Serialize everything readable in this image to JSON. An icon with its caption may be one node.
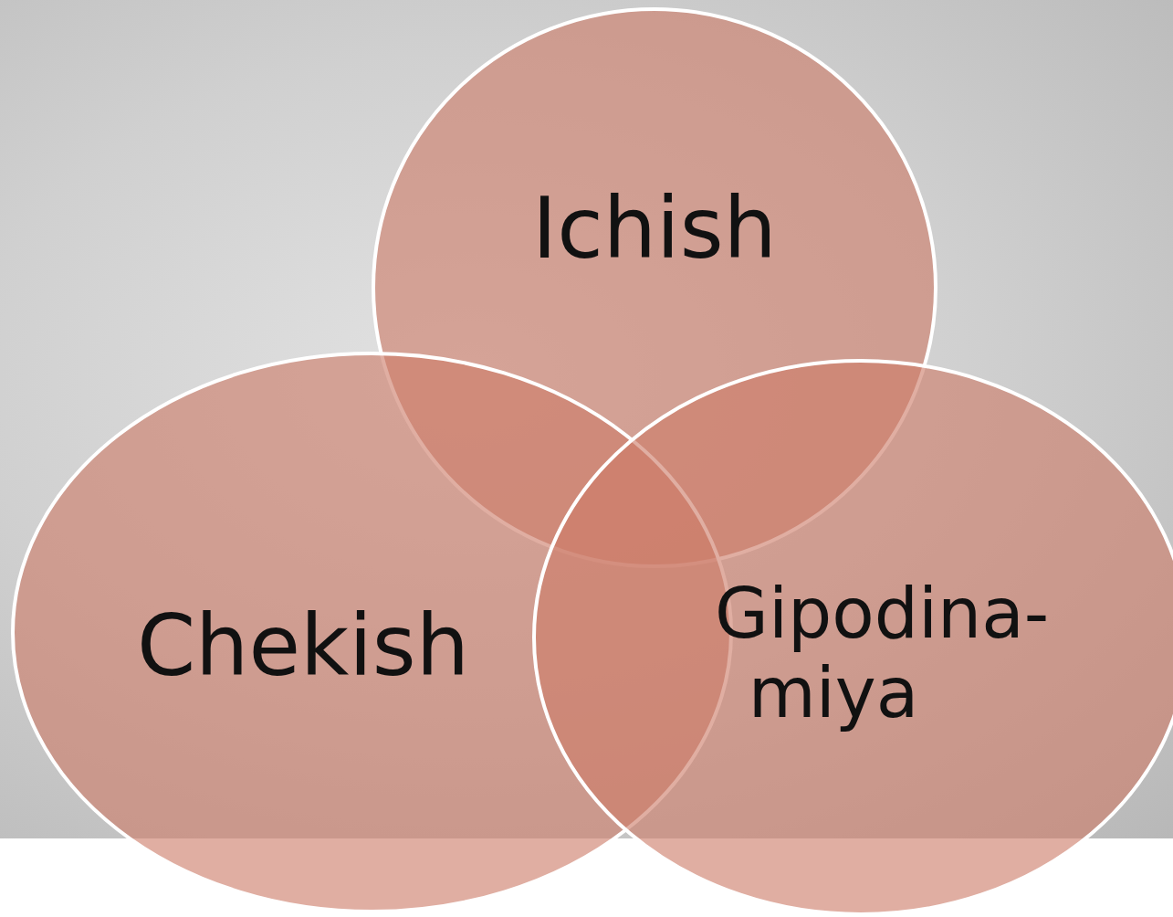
{
  "diagram": {
    "nodes": [
      {
        "text": [
          "Ichish"
        ]
      },
      {
        "text": [
          "Chekish"
        ]
      },
      {
        "text": [
          "Gipodina- miya"
        ]
      }
    ]
  }
}
